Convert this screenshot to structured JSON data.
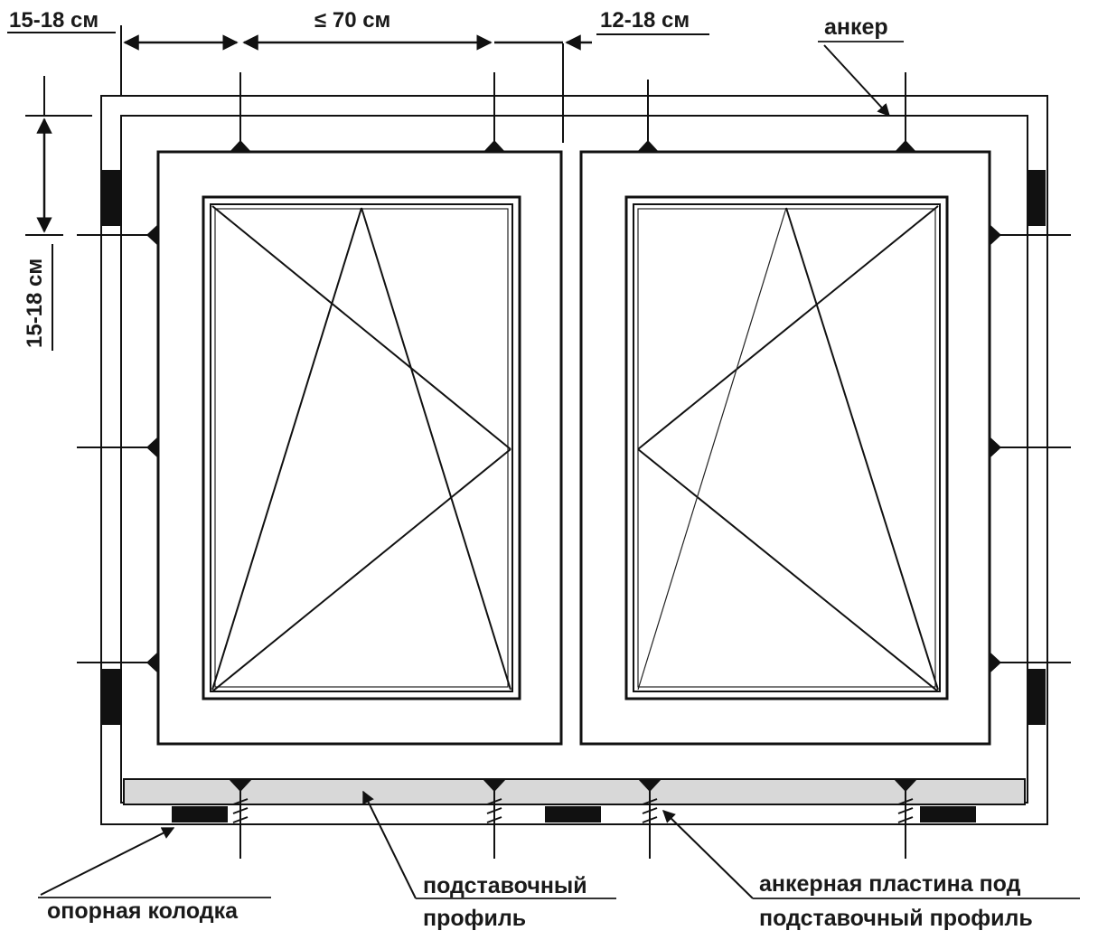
{
  "dimensions": {
    "top_left": "15-18 см",
    "top_middle": "≤ 70 см",
    "top_right": "12-18 см",
    "left_vertical": "15-18 см"
  },
  "labels": {
    "anchor": "анкер",
    "support_block": "опорная колодка",
    "support_profile_line1": "подставочный",
    "support_profile_line2": "профиль",
    "anchor_plate_line1": "анкерная пластина под",
    "anchor_plate_line2": "подставочный профиль"
  }
}
